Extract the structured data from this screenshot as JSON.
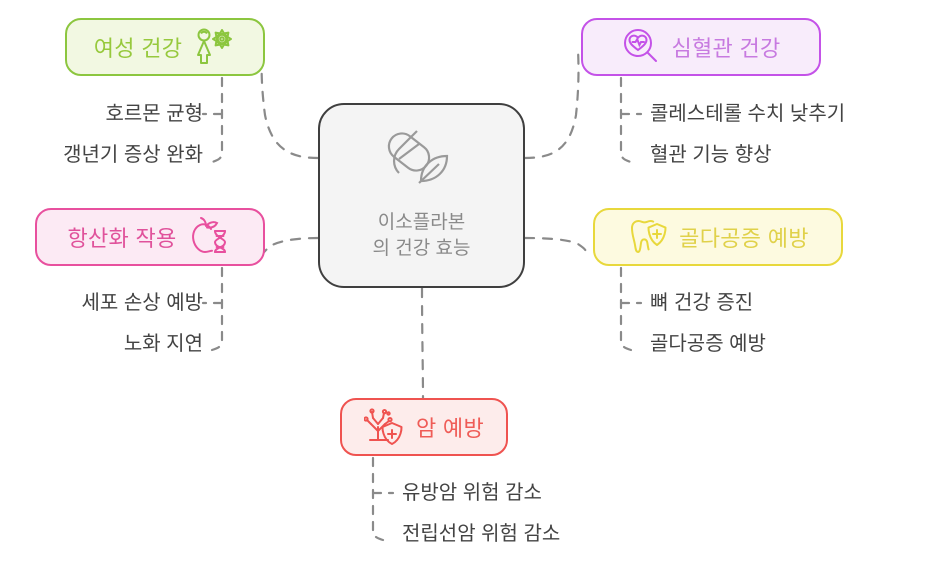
{
  "diagram": {
    "type": "mind-map",
    "title": "이소플라본의 건강 효능",
    "center": {
      "label_line1": "이소플라본",
      "label_line2": "의 건강 효능",
      "icon": "pill-leaf-icon",
      "fill": "#f4f4f4",
      "border": "#3f3f3f",
      "text_color": "#8a8a8a"
    },
    "branches": [
      {
        "id": "womens-health",
        "label": "여성 건강",
        "icon": "woman-gear-icon",
        "fill": "#f2f8e2",
        "border": "#8cc63f",
        "text_color": "#97c93d",
        "side": "left",
        "children": [
          "호르몬 균형",
          "갱년기 증상 완화"
        ]
      },
      {
        "id": "cardiovascular-health",
        "label": "심혈관 건강",
        "icon": "heart-magnifier-icon",
        "fill": "#f8ecfb",
        "border": "#c452e8",
        "text_color": "#c77ae0",
        "side": "right",
        "children": [
          "콜레스테롤 수치 낮추기",
          "혈관 기능 향상"
        ]
      },
      {
        "id": "antioxidant-action",
        "label": "항산화 작용",
        "icon": "apple-dna-icon",
        "fill": "#fceaf4",
        "border": "#e8509e",
        "text_color": "#e0529b",
        "side": "left",
        "children": [
          "세포 손상 예방",
          "노화 지연"
        ]
      },
      {
        "id": "osteoporosis-prevention",
        "label": "골다공증 예방",
        "icon": "tooth-shield-icon",
        "fill": "#fdfae0",
        "border": "#e8d83c",
        "text_color": "#e0d14a",
        "side": "right",
        "children": [
          "뼈 건강 증진",
          "골다공증 예방"
        ]
      },
      {
        "id": "cancer-prevention",
        "label": "암 예방",
        "icon": "cell-shield-icon",
        "fill": "#fdeceb",
        "border": "#ef5350",
        "text_color": "#ef5c57",
        "side": "bottom",
        "children": [
          "유방암 위험 감소",
          "전립선암 위험 감소"
        ]
      }
    ],
    "connector": {
      "color": "#8a8a8a",
      "style": "dashed",
      "sub_text_color": "#434343"
    }
  }
}
